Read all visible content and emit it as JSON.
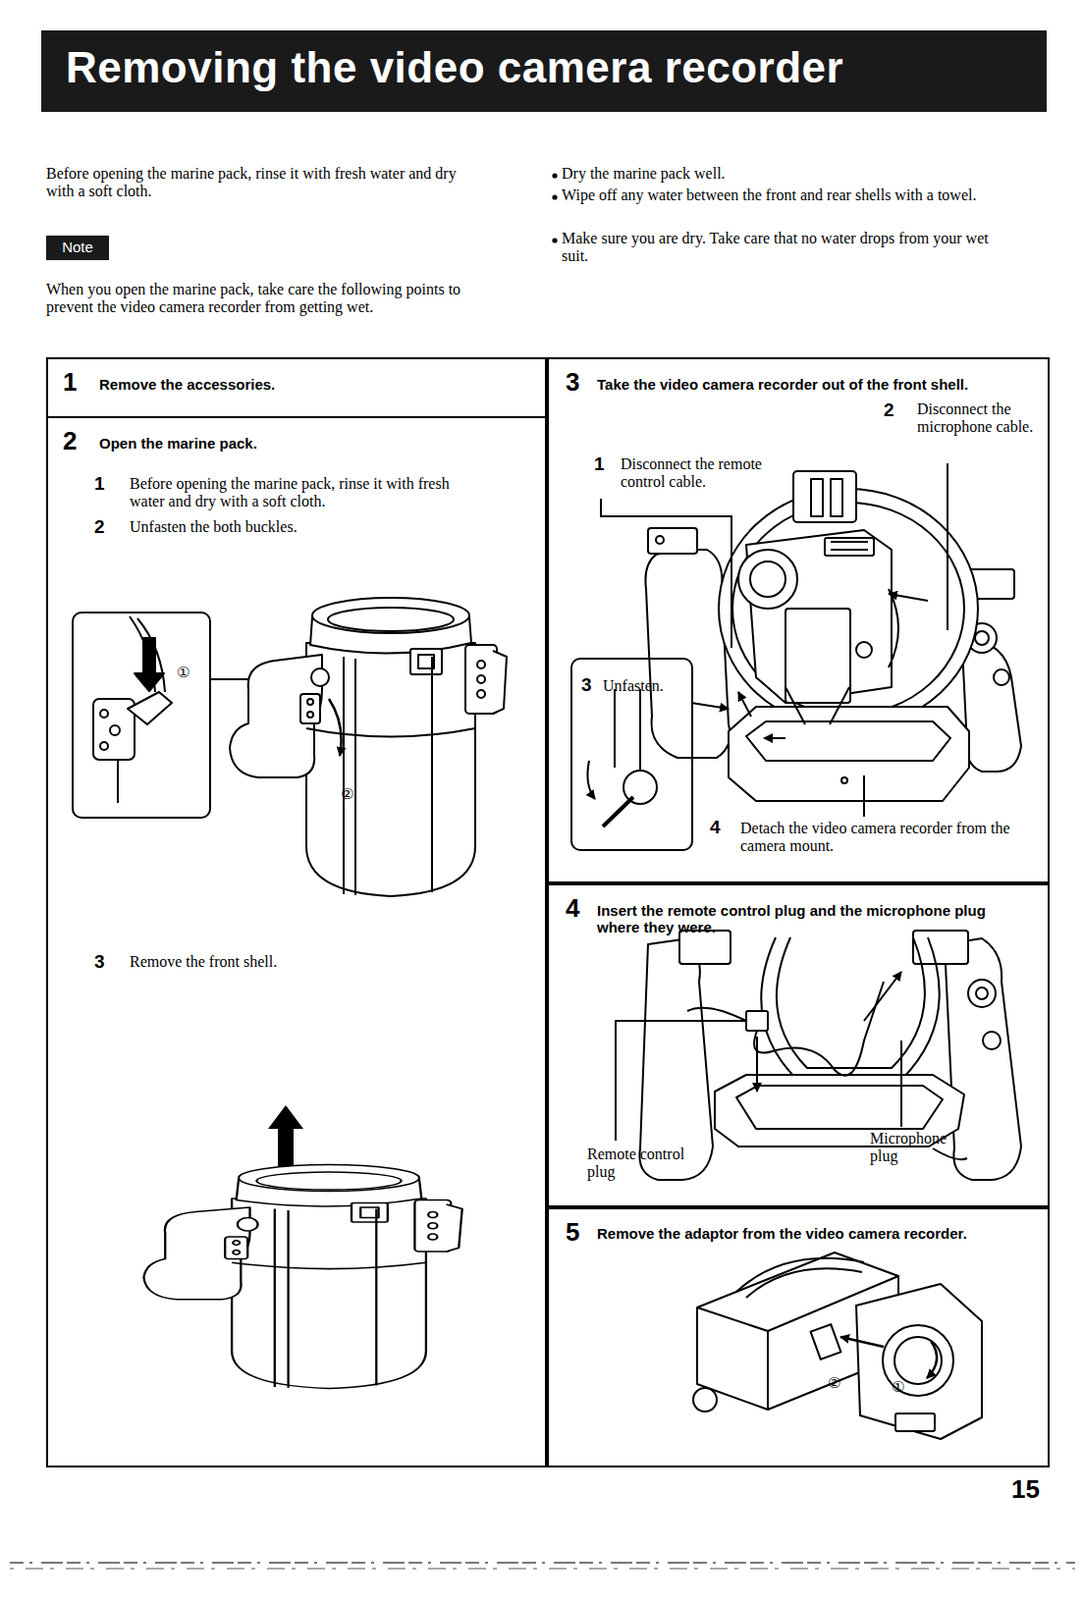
{
  "diagram": {
    "title": "Removing the video camera recorder",
    "nodes": [
      {
        "text": [
          "Note"
        ]
      },
      {
        "text": [
          "1",
          "Remove the accessories."
        ]
      },
      {
        "text": [
          "2",
          "Open the marine pack.",
          "1",
          "Before opening the marine pack, rinse it with fresh water and dry with a soft cloth.",
          "2",
          "Unfasten the both buckles.",
          "3",
          "Remove the front shell."
        ]
      },
      {
        "text": [
          "①"
        ],
        "in": 2
      },
      {
        "text": [
          "3",
          "Take the video camera recorder out of the front shell.",
          "1",
          "Disconnect the remote control cable.",
          "2",
          "Disconnect the microphone cable.",
          "4",
          "Detach the video camera recorder from the camera mount."
        ]
      },
      {
        "text": [
          "3",
          "Unfasten."
        ],
        "in": 4
      },
      {
        "text": [
          "4",
          "Insert the remote control plug and the microphone plug where they were.",
          "Remote control plug",
          "Microphone plug"
        ]
      },
      {
        "text": [
          "5",
          "Remove the adaptor from the video camera recorder."
        ]
      }
    ],
    "labels": [
      "Before opening the marine pack, rinse it with fresh water and dry with a soft cloth.",
      "When you open the marine pack, take care the following points to prevent the video camera recorder from getting wet.",
      "Dry the marine pack well.",
      "Wipe off any water between the front and rear shells with a towel.",
      "Make sure you are dry. Take care that no water drops from your wet suit.",
      "②",
      "②",
      "①",
      "15"
    ]
  }
}
